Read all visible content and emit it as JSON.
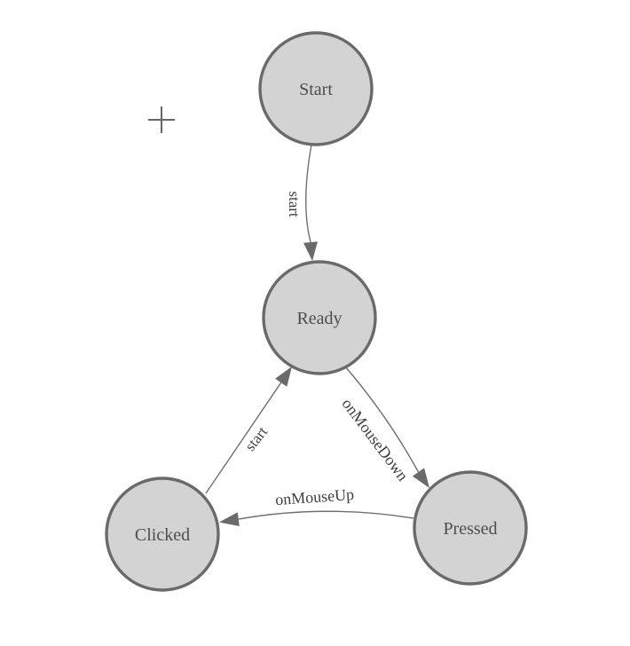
{
  "diagram": {
    "type": "state-machine",
    "background": "#ffffff",
    "colors": {
      "node_fill": "#d3d3d3",
      "node_stroke": "#6a6a6a",
      "edge_stroke": "#707070",
      "arrowhead_fill": "#6a6a6a",
      "node_label_color": "#4d4d4d",
      "edge_label_color": "#3f3f3f",
      "crosshair_color": "#666666"
    },
    "nodes": {
      "start": {
        "label": "Start"
      },
      "ready": {
        "label": "Ready"
      },
      "clicked": {
        "label": "Clicked"
      },
      "pressed": {
        "label": "Pressed"
      }
    },
    "edges": {
      "start_to_ready": {
        "from": "Start",
        "to": "Ready",
        "label": "start"
      },
      "ready_to_pressed": {
        "from": "Ready",
        "to": "Pressed",
        "label": "onMouseDown"
      },
      "pressed_to_clicked": {
        "from": "Pressed",
        "to": "Clicked",
        "label": "onMouseUp"
      },
      "clicked_to_ready": {
        "from": "Clicked",
        "to": "Ready",
        "label": "start"
      }
    }
  }
}
